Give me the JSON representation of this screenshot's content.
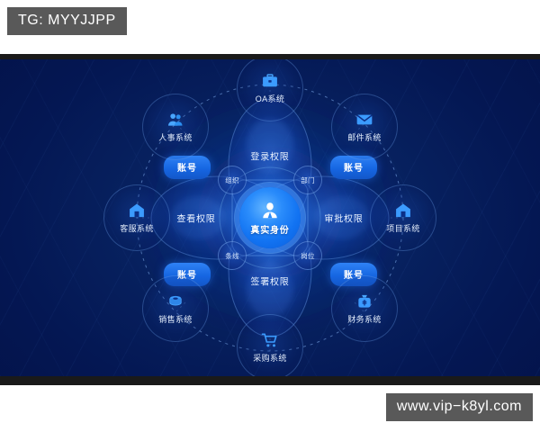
{
  "overlays": {
    "tg_badge": "TG: MYYJJPP",
    "site_badge": "www.vip−k8yl.com"
  },
  "diagram": {
    "core": {
      "label": "真实身份",
      "icon": "user-icon"
    },
    "attributes": [
      {
        "label": "组织",
        "position": "top-left"
      },
      {
        "label": "部门",
        "position": "top-right"
      },
      {
        "label": "条线",
        "position": "bottom-left"
      },
      {
        "label": "岗位",
        "position": "bottom-right"
      }
    ],
    "permissions": [
      {
        "label": "登录权限",
        "position": "top"
      },
      {
        "label": "审批权限",
        "position": "right"
      },
      {
        "label": "签署权限",
        "position": "bottom"
      },
      {
        "label": "查看权限",
        "position": "left"
      }
    ],
    "account_pills": [
      {
        "label": "账号",
        "position": "upper-left"
      },
      {
        "label": "账号",
        "position": "upper-right"
      },
      {
        "label": "账号",
        "position": "lower-left"
      },
      {
        "label": "账号",
        "position": "lower-right"
      }
    ],
    "systems": [
      {
        "label": "OA系统",
        "icon": "briefcase-icon",
        "position": "top"
      },
      {
        "label": "邮件系统",
        "icon": "envelope-icon",
        "position": "top-right"
      },
      {
        "label": "项目系统",
        "icon": "building-icon",
        "position": "right"
      },
      {
        "label": "财务系统",
        "icon": "money-bag-icon",
        "position": "bottom-right"
      },
      {
        "label": "采购系统",
        "icon": "shopping-cart-icon",
        "position": "bottom"
      },
      {
        "label": "销售系统",
        "icon": "chart-icon",
        "position": "bottom-left"
      },
      {
        "label": "客服系统",
        "icon": "headset-building-icon",
        "position": "left"
      },
      {
        "label": "人事系统",
        "icon": "people-icon",
        "position": "top-left"
      }
    ],
    "colors": {
      "background_navy": "#04195e",
      "accent_blue": "#1878f0",
      "frame_black": "#1a1a1a",
      "badge_gray": "#595959"
    }
  }
}
